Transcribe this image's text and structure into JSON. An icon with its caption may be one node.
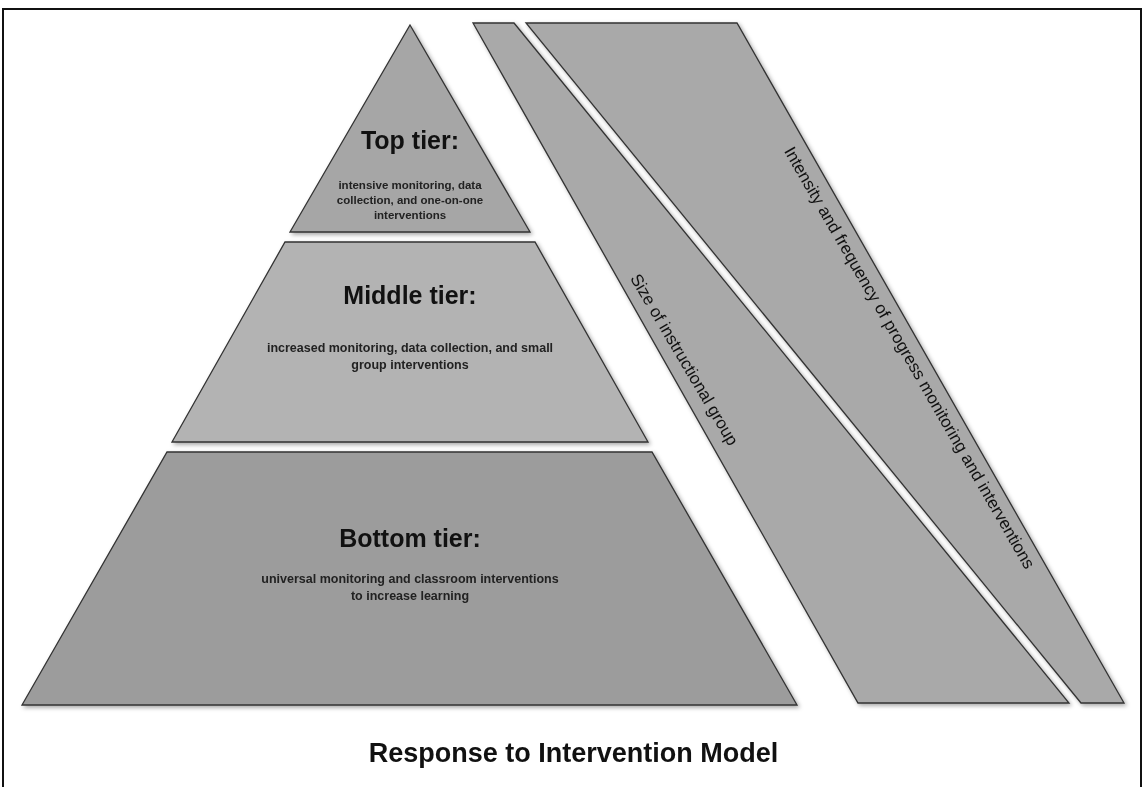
{
  "diagram": {
    "title": "Response to Intervention Model",
    "nodes": [
      {
        "text": [
          "Top tier:",
          "intensive monitoring, data collection, and one-on-one interventions"
        ]
      },
      {
        "text": [
          "Middle tier:",
          "increased monitoring, data collection, and small group interventions"
        ]
      },
      {
        "text": [
          "Bottom tier:",
          "universal monitoring and classroom interventions to increase learning"
        ]
      },
      {
        "text": [
          "Size of instructional group"
        ]
      },
      {
        "text": [
          "Intensity and frequency of progress monitoring and interventions"
        ]
      }
    ]
  }
}
